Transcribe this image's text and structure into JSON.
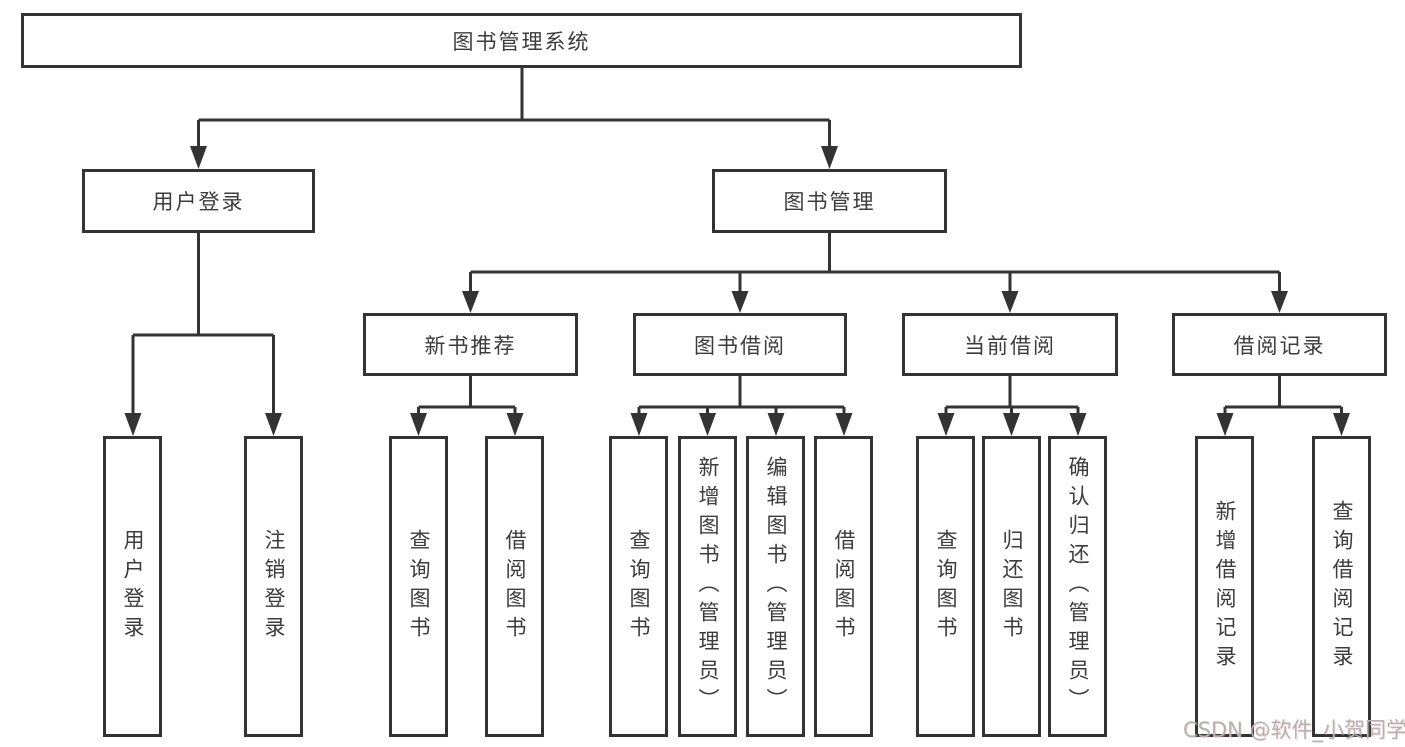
{
  "title_node": "图书管理系统",
  "branches": {
    "user_login": {
      "label": "用户登录",
      "children": [
        "用户登录",
        "注销登录"
      ]
    },
    "book_management": {
      "label": "图书管理",
      "sections": [
        {
          "label": "新书推荐",
          "children": [
            "查询图书",
            "借阅图书"
          ]
        },
        {
          "label": "图书借阅",
          "children": [
            "查询图书",
            "新增图书（管理员）",
            "编辑图书（管理员）",
            "借阅图书"
          ]
        },
        {
          "label": "当前借阅",
          "children": [
            "查询图书",
            "归还图书",
            "确认归还（管理员）"
          ]
        },
        {
          "label": "借阅记录",
          "children": [
            "新增借阅记录",
            "查询借阅记录"
          ]
        }
      ]
    }
  },
  "watermark": "CSDN @软件_小贺同学",
  "colors": {
    "line": "#333333",
    "text": "#3c3c3c",
    "watermark": "#b5b2b1",
    "background": "#ffffff"
  }
}
